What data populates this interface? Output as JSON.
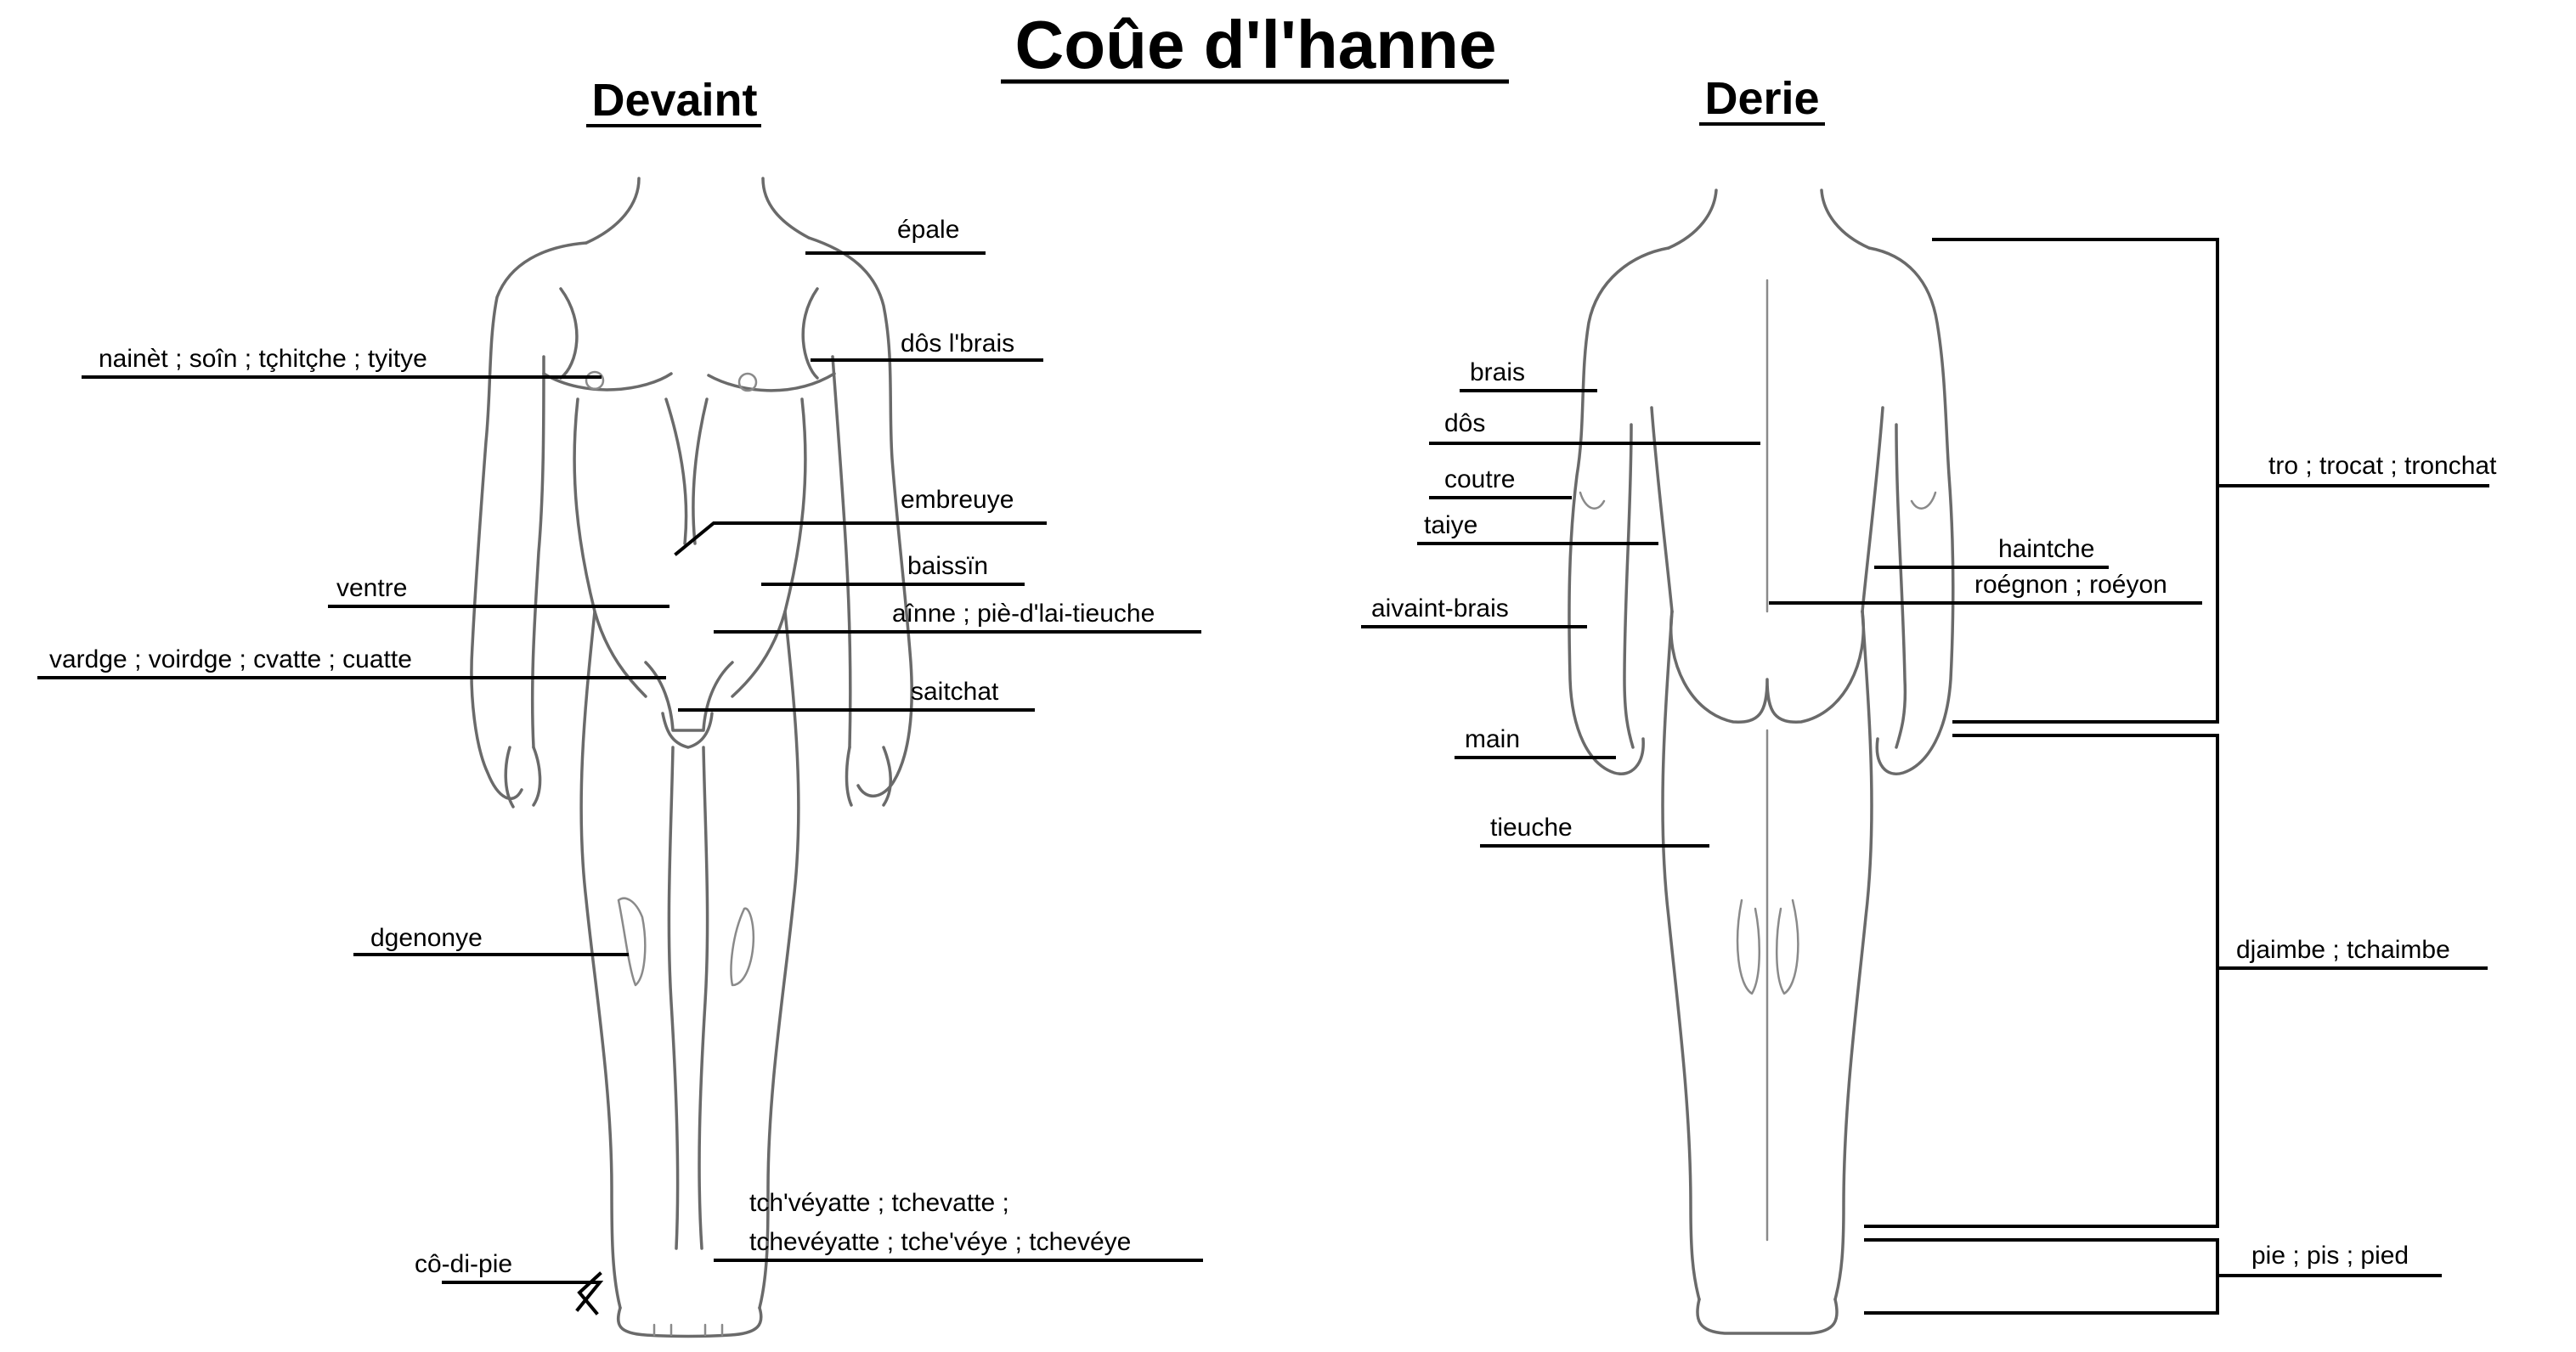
{
  "title": "Coûe d'l'hanne",
  "front": {
    "heading": "Devaint",
    "labels": {
      "epale": "épale",
      "nainet": "nainèt ; soîn ; tçhitçhe ; tyitye",
      "dos_lbrais": "dôs l'brais",
      "embreuye": "embreuye",
      "ventre": "ventre",
      "baissin": "baissïn",
      "ainne": "aînne ; piè-d'lai-tieuche",
      "vardge": "vardge ; voirdge ; cvatte ; cuatte",
      "saitchat": "saitchat",
      "dgenonye": "dgenonye",
      "tcheyatte_1": "tch'véyatte ; tchevatte ;",
      "tcheyatte_2": "tchevéyatte ; tche'véye ; tchevéye",
      "co_di_pie": "cô-di-pie"
    }
  },
  "back": {
    "heading": "Derie",
    "labels": {
      "brais": "brais",
      "dos": "dôs",
      "coutre": "coutre",
      "taiye": "taiye",
      "aivaint_brais": "aivaint-brais",
      "main": "main",
      "tieuche": "tieuche",
      "haintche": "haintche",
      "roegnon": "roégnon ; roéyon",
      "tro": "tro ; trocat ; tronchat",
      "djaimbe": "djaimbe ; tchaimbe",
      "pie": "pie ; pis ; pied"
    }
  },
  "colors": {
    "ink": "#000000",
    "pencil": "#6a6a6a"
  }
}
